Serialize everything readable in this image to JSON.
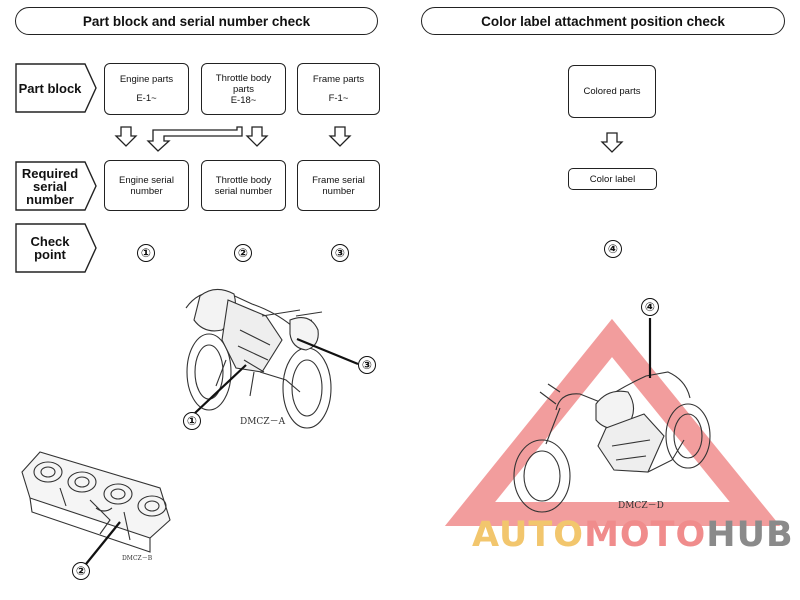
{
  "left_panel": {
    "title": "Part block and serial number check",
    "rows": {
      "part_block": "Part block",
      "required_serial": "Required serial number",
      "check_point": "Check point"
    },
    "part_boxes": [
      {
        "name": "Engine parts",
        "code": "E-1~"
      },
      {
        "name": "Throttle body parts",
        "code": "E-18~"
      },
      {
        "name": "Frame parts",
        "code": "F-1~"
      }
    ],
    "serial_boxes": [
      "Engine serial number",
      "Throttle body serial number",
      "Frame serial number"
    ],
    "check_points": [
      "①",
      "②",
      "③"
    ],
    "figure_a": {
      "caption": "DMCZ－A",
      "callouts": [
        "①",
        "③"
      ]
    },
    "figure_b": {
      "caption": "DMCZ－B",
      "callouts": [
        "②"
      ]
    }
  },
  "right_panel": {
    "title": "Color label attachment position check",
    "colored_parts": "Colored parts",
    "color_label": "Color label",
    "check_point": "④",
    "figure_d": {
      "caption": "DMCZ－D",
      "callouts": [
        "④"
      ]
    }
  },
  "watermark": {
    "parts": [
      "AUTO",
      "MOTO",
      "HUB"
    ],
    "colors": [
      "#f2c66d",
      "#f08c8c",
      "#8a8a8a"
    ]
  }
}
